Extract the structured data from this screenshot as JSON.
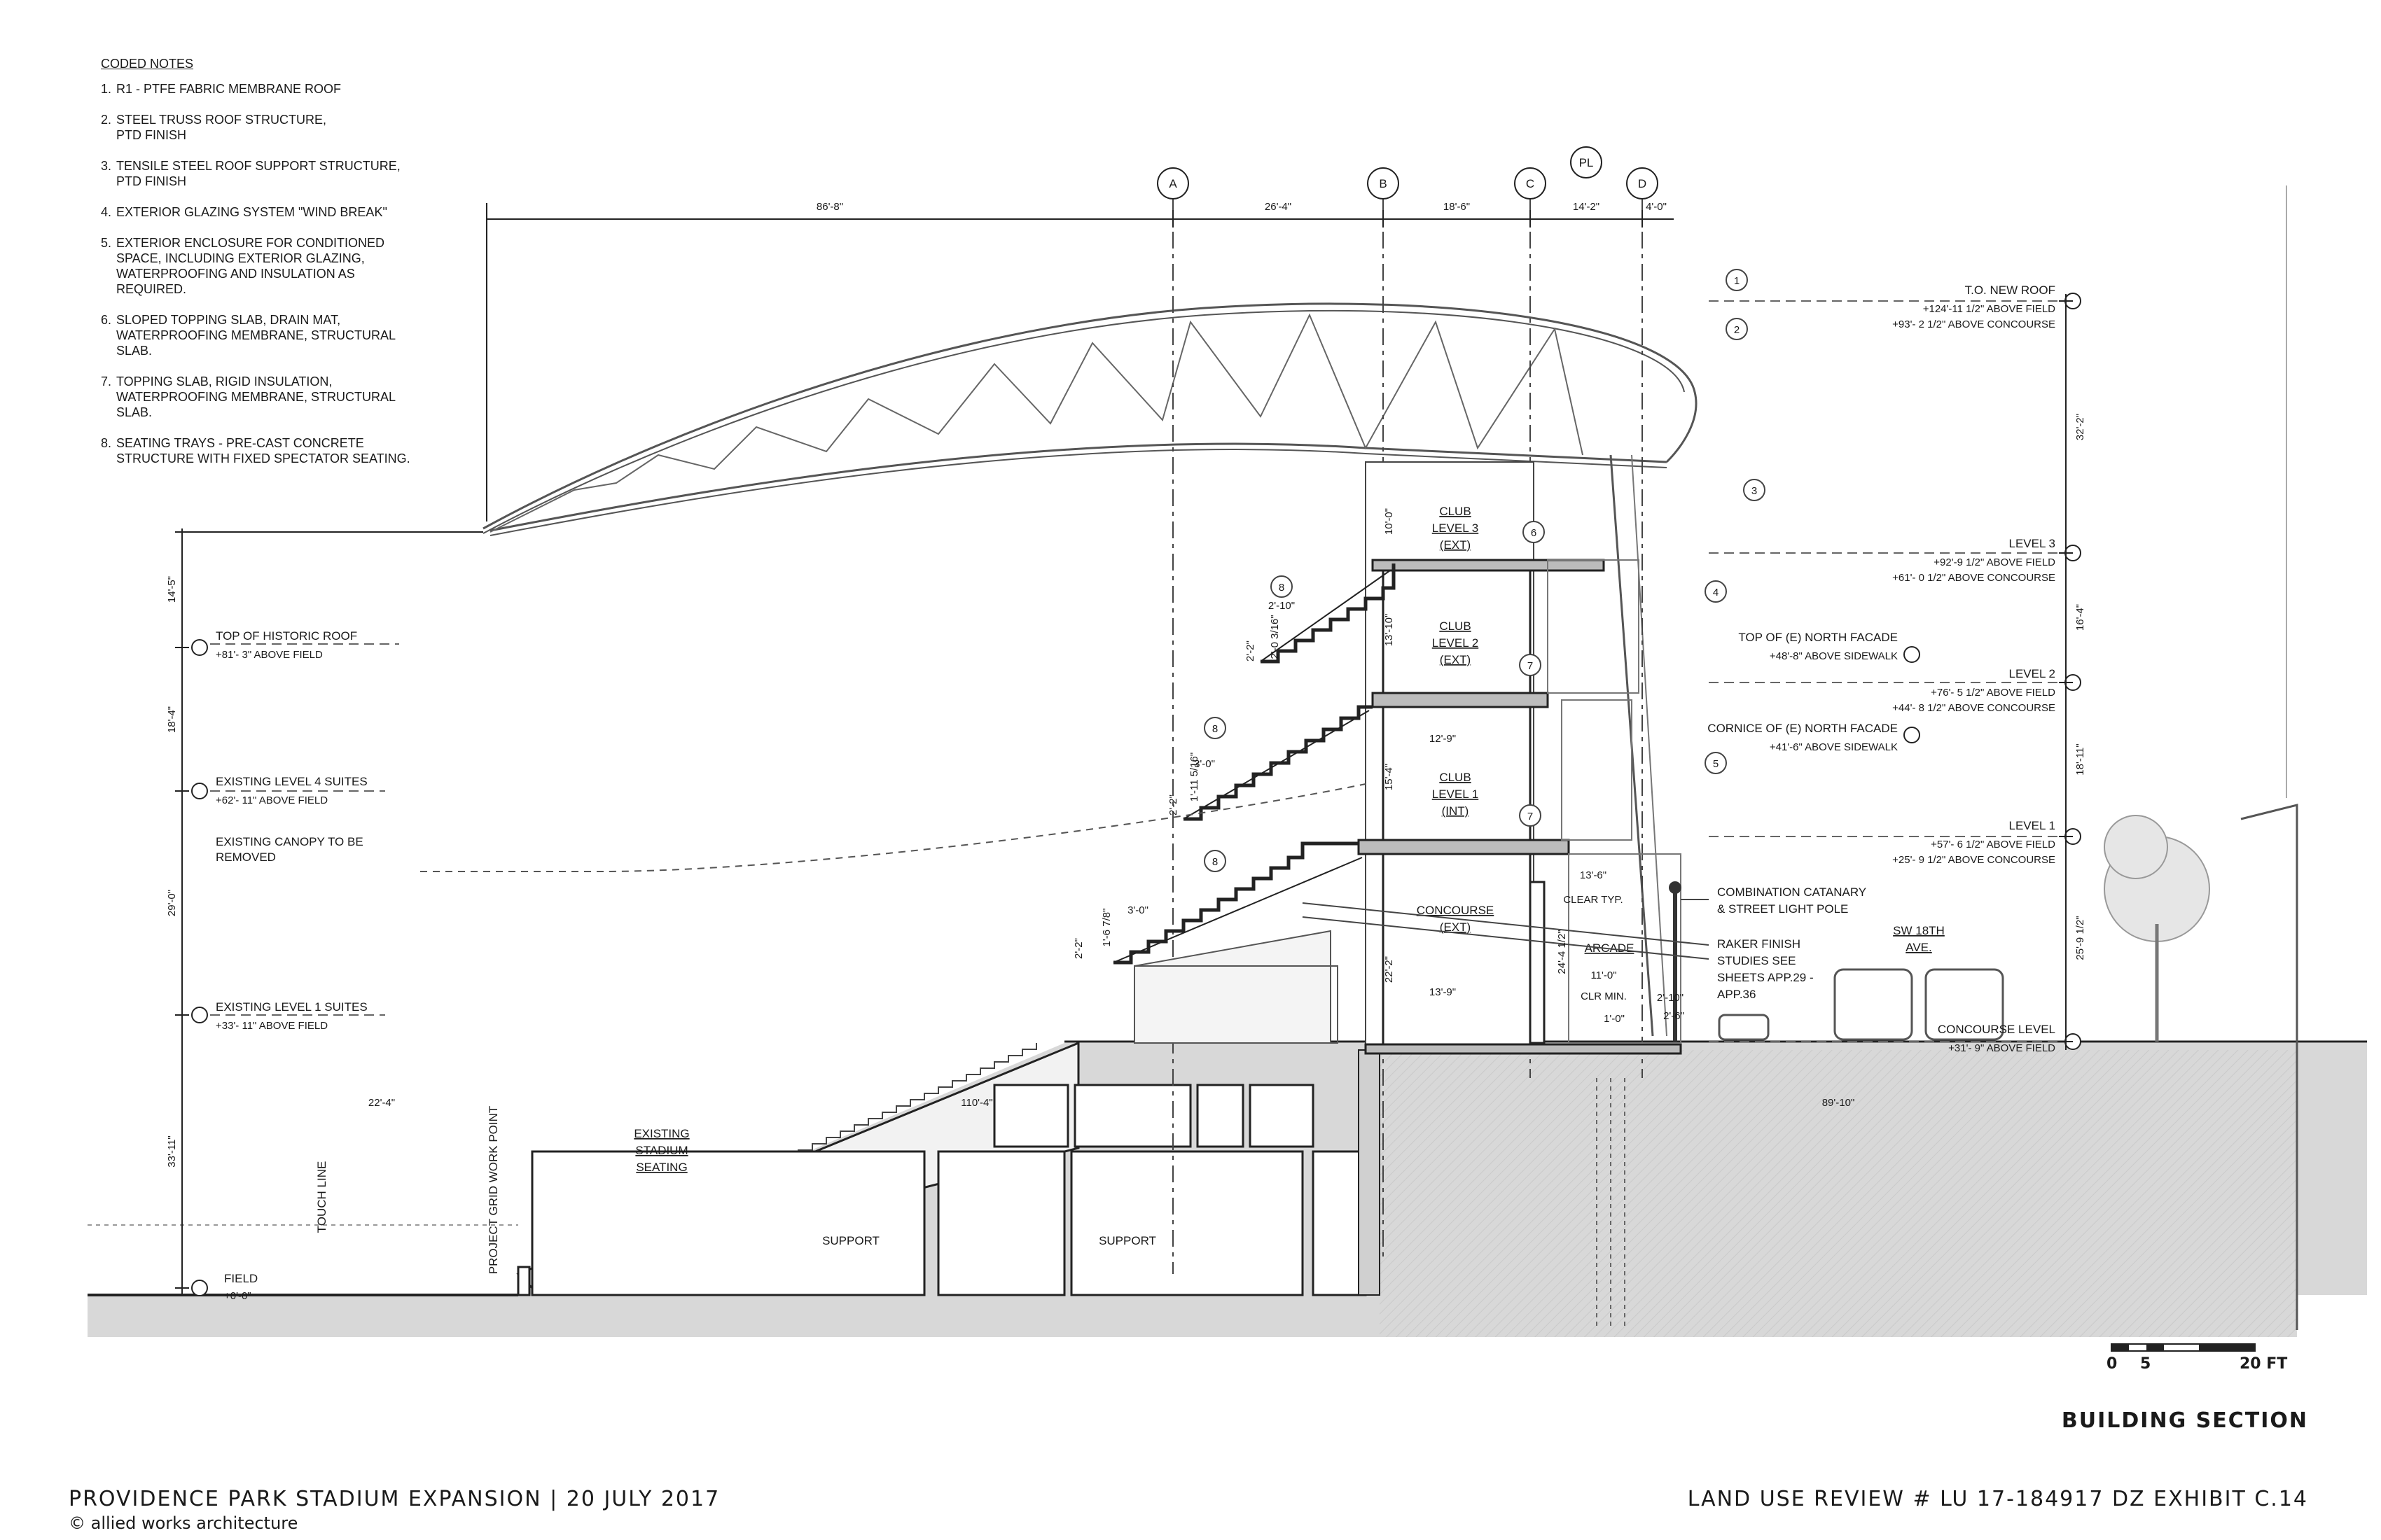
{
  "coded_notes": {
    "title": "CODED NOTES",
    "items": [
      {
        "num": "1.",
        "text": "R1 - PTFE FABRIC MEMBRANE ROOF"
      },
      {
        "num": "2.",
        "text": "STEEL TRUSS ROOF STRUCTURE,\nPTD FINISH"
      },
      {
        "num": "3.",
        "text": "TENSILE STEEL ROOF SUPPORT STRUCTURE,\nPTD FINISH"
      },
      {
        "num": "4.",
        "text": "EXTERIOR GLAZING SYSTEM \"WIND BREAK\""
      },
      {
        "num": "5.",
        "text": "EXTERIOR ENCLOSURE FOR CONDITIONED\nSPACE, INCLUDING EXTERIOR GLAZING,\nWATERPROOFING AND INSULATION AS\nREQUIRED."
      },
      {
        "num": "6.",
        "text": "SLOPED TOPPING SLAB, DRAIN MAT,\nWATERPROOFING MEMBRANE, STRUCTURAL\nSLAB."
      },
      {
        "num": "7.",
        "text": "TOPPING SLAB, RIGID INSULATION,\nWATERPROOFING MEMBRANE, STRUCTURAL\nSLAB."
      },
      {
        "num": "8.",
        "text": "SEATING TRAYS - PRE-CAST CONCRETE\nSTRUCTURE WITH FIXED SPECTATOR SEATING."
      }
    ]
  },
  "grid_lines": {
    "a": "A",
    "b": "B",
    "c": "C",
    "pl": "PL",
    "d": "D"
  },
  "top_dims": {
    "d1": "86'-8\"",
    "d2": "26'-4\"",
    "d3": "18'-6\"",
    "d4": "14'-2\"",
    "d5": "4'-0\""
  },
  "right_levels": {
    "roof_title": "T.O. NEW ROOF",
    "roof_l1": "+124'-11 1/2\" ABOVE FIELD",
    "roof_l2": "+93'- 2 1/2\" ABOVE CONCOURSE",
    "l3_title": "LEVEL 3",
    "l3_l1": "+92'-9 1/2\" ABOVE FIELD",
    "l3_l2": "+61'- 0 1/2\" ABOVE CONCOURSE",
    "nf_title": "TOP OF (E) NORTH FACADE",
    "nf_l1": "+48'-8\" ABOVE SIDEWALK",
    "l2_title": "LEVEL 2",
    "l2_l1": "+76'- 5 1/2\" ABOVE FIELD",
    "l2_l2": "+44'- 8 1/2\" ABOVE CONCOURSE",
    "cor_title": "CORNICE OF (E) NORTH FACADE",
    "cor_l1": "+41'-6\" ABOVE SIDEWALK",
    "l1_title": "LEVEL 1",
    "l1_l1": "+57'- 6 1/2\" ABOVE FIELD",
    "l1_l2": "+25'- 9 1/2\" ABOVE CONCOURSE",
    "conc_title": "CONCOURSE LEVEL",
    "conc_l1": "+31'- 9\" ABOVE FIELD"
  },
  "right_dims": {
    "r1": "32'-2\"",
    "r2": "16'-4\"",
    "r3": "18'-11\"",
    "r4": "25'-9 1/2\""
  },
  "left_levels": {
    "hist_title": "TOP OF HISTORIC ROOF",
    "hist_l1": "+81'- 3\" ABOVE FIELD",
    "suite4_title": "EXISTING LEVEL 4  SUITES",
    "suite4_l1": "+62'- 11\" ABOVE FIELD",
    "canopy_l1": "EXISTING CANOPY TO BE",
    "canopy_l2": "REMOVED",
    "suite1_title": "EXISTING LEVEL 1 SUITES",
    "suite1_l1": "+33'- 11\" ABOVE FIELD",
    "field_title": "FIELD",
    "field_l1": "+0'-0\""
  },
  "left_dims": {
    "l1": "14'-5\"",
    "l2": "18'-4\"",
    "l3": "29'-0\"",
    "l4": "33'-11\""
  },
  "rooms": {
    "club3": [
      "CLUB",
      "LEVEL 3",
      "(EXT)"
    ],
    "club2": [
      "CLUB",
      "LEVEL 2",
      "(EXT)"
    ],
    "club1": [
      "CLUB",
      "LEVEL 1",
      "(INT)"
    ],
    "concourse": [
      "CONCOURSE",
      "(EXT)"
    ],
    "arcade": "ARCADE",
    "seating": [
      "EXISTING",
      "STADIUM",
      "SEATING"
    ],
    "support_a": "SUPPORT",
    "support_b": "SUPPORT",
    "street": [
      "SW 18TH",
      "AVE."
    ]
  },
  "callouts": {
    "pole_l1": "COMBINATION CATANARY",
    "pole_l2": "& STREET LIGHT POLE",
    "raker_l1": "RAKER FINISH",
    "raker_l2": "STUDIES SEE",
    "raker_l3": "SHEETS APP.29 -",
    "raker_l4": "APP.36",
    "touch_line": "TOUCH LINE",
    "grid_point": "PROJECT GRID WORK POINT",
    "tags": {
      "t1": "1",
      "t2": "2",
      "t3": "3",
      "t4": "4",
      "t5": "5",
      "t6": "6",
      "t7a": "7",
      "t7b": "7",
      "t8a": "8",
      "t8b": "8",
      "t8c": "8"
    }
  },
  "inner_dims": {
    "h10": "10'-0\"",
    "h13": "13'-10\"",
    "w12": "12'-9\"",
    "h15": "15'-4\"",
    "h22": "22'-2\"",
    "w13_6": "13'-6\"",
    "clear_typ": "CLEAR TYP.",
    "h24": "24'-4 1/2\"",
    "w11": "11'-0\"",
    "clr_min": "CLR MIN.",
    "w13_9": "13'-9\"",
    "w1_0": "1'-0\"",
    "w2_10": "2'-10\"",
    "w2_6": "2'-6\"",
    "w22_4": "22'-4\"",
    "w110_4": "110'-4\"",
    "w89_10": "89'-10\"",
    "s1_a": "2'-10\"",
    "s1_b": "2'-0 3/16\"",
    "s1_c": "2'-2\"",
    "s2_a": "3'-0\"",
    "s2_b": "1'-11 5/16\"",
    "s2_c": "2'-2\"",
    "s3_a": "3'-0\"",
    "s3_b": "1'-6 7/8\"",
    "s3_c": "2'-2\""
  },
  "scale": {
    "s0": "0",
    "s5": "5",
    "s20": "20 FT"
  },
  "sheet_title": "BUILDING SECTION",
  "footer": {
    "project": "PROVIDENCE PARK STADIUM EXPANSION  |  20 JULY 2017",
    "copyright": "© allied works architecture",
    "review": "LAND USE REVIEW # LU 17-184917 DZ EXHIBIT C.14"
  }
}
